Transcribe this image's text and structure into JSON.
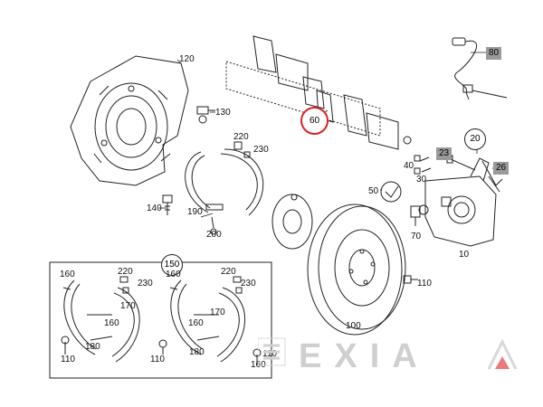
{
  "diagram": {
    "labels": {
      "p120": "120",
      "p130": "130",
      "p220a": "220",
      "p230a": "230",
      "p140": "140",
      "p190": "190",
      "p200": "200",
      "p60": "60",
      "p80": "80",
      "p20": "20",
      "p23": "23",
      "p26": "26",
      "p40": "40",
      "p30": "30",
      "p50": "50",
      "p70": "70",
      "p10": "10",
      "p110a": "110",
      "p100": "100",
      "p150": "150",
      "k160a": "160",
      "k220a": "220",
      "k230a": "230",
      "k170a": "170",
      "k160b": "160",
      "k180a": "180",
      "k110a": "110",
      "k110b": "110",
      "k220b": "220",
      "k230b": "230",
      "k160c": "160",
      "k170b": "170",
      "k180b": "180",
      "k160d": "160",
      "k160e": "160",
      "k110c": "110"
    },
    "watermark": "EXIA"
  },
  "colors": {
    "line": "#222222",
    "highlight": "#d22222",
    "tag_fill": "#9a9a9a",
    "watermark": "#cfcfcf"
  }
}
